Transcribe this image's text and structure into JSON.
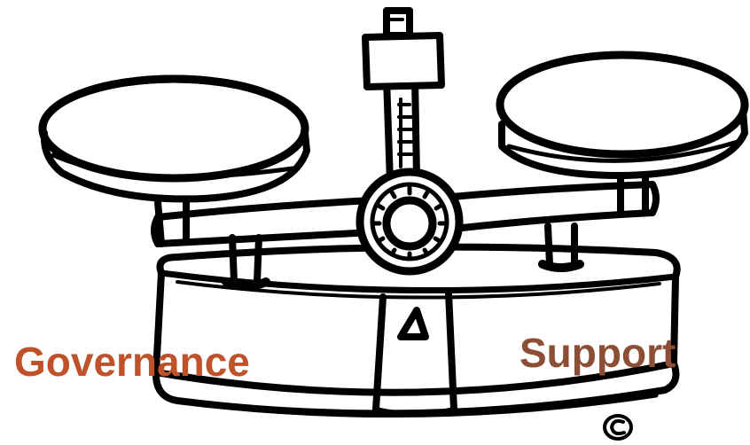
{
  "labels": {
    "left": "Governance",
    "right": "Support"
  },
  "colors": {
    "left_label": "#c0522a",
    "right_label": "#8c4f35",
    "ink": "#000000",
    "background": "#ffffff"
  },
  "illustration": {
    "subject": "balance-scale",
    "signature_mark": "c"
  }
}
